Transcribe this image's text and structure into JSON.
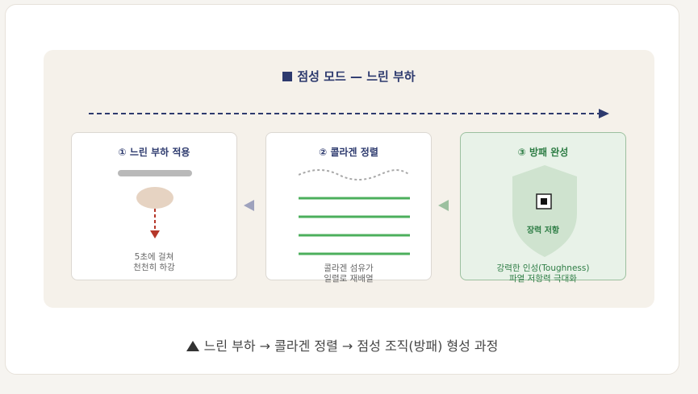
{
  "diagram": {
    "title": "점성 모드 — 느린 부하",
    "steps": [
      {
        "title": "① 느린 부하 적용",
        "caption_line1": "5초에 걸쳐",
        "caption_line2": "천천히 하강"
      },
      {
        "title": "② 콜라겐 정렬",
        "caption_line1": "콜라겐 섬유가",
        "caption_line2": "일렬로 재배열"
      },
      {
        "title": "③ 방패 완성",
        "shield_label": "장력 저항",
        "caption_line1": "강력한 인성(Toughness)",
        "caption_line2": "파열 저항력 극대화"
      }
    ],
    "caption": "느린 부하 → 콜라겐 정렬 → 점성 조직(방패) 형성 과정"
  },
  "colors": {
    "navy": "#2d3a6e",
    "green": "#2e7d45",
    "fiber_green": "#4caf5c",
    "drop_red": "#b5372a"
  }
}
